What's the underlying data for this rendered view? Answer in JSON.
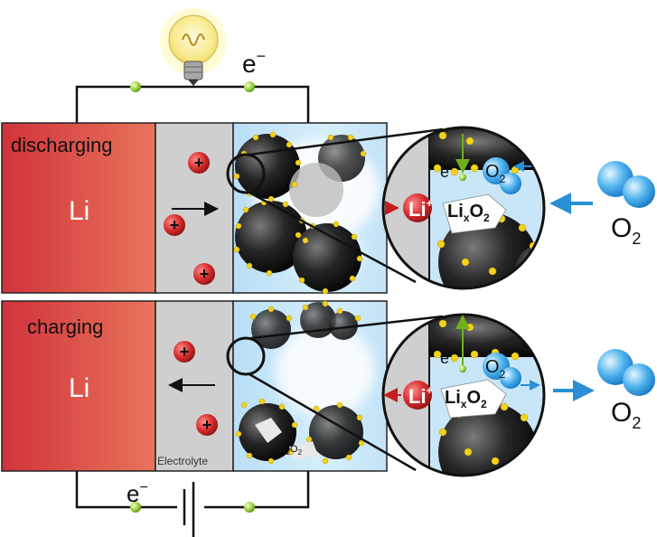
{
  "top_panel": {
    "mode_label": "discharging",
    "anode_label": "Li",
    "zoom": {
      "electron": "e",
      "electron_sup": "−",
      "oxygen_base": "O",
      "oxygen_sub": "2",
      "lithium_base": "Li",
      "lithium_sup": "+",
      "product_a": "Li",
      "product_x": "x",
      "product_b": "O",
      "product_2": "2"
    },
    "gas_base": "O",
    "gas_sub": "2"
  },
  "bottom_panel": {
    "mode_label": "charging",
    "anode_label": "Li",
    "electrolyte_label": "Electrolyte",
    "cluster_product_a": "Li",
    "cluster_product_sub": "2",
    "cluster_product_b": "O",
    "cluster_product_sub2": "2",
    "zoom": {
      "electron": "e",
      "electron_sup": "−",
      "oxygen_base": "O",
      "oxygen_sub": "2",
      "lithium_base": "Li",
      "lithium_sup": "+",
      "product_a": "Li",
      "product_x": "x",
      "product_b": "O",
      "product_2": "2"
    },
    "gas_base": "O",
    "gas_sub": "2"
  },
  "circuit": {
    "top_electron": "e",
    "top_electron_sup": "−",
    "bottom_electron": "e",
    "bottom_electron_sup": "−"
  },
  "ion_symbol": "+",
  "colors": {
    "anode": "#d43d3a",
    "electrolyte": "#cfcfcf",
    "cathode": "#c8e6f7",
    "lithium_ion": "#d42a2a",
    "oxygen": "#2f9be0",
    "arrow_blue": "#2a8fd6",
    "node_green": "#9ad13c"
  }
}
